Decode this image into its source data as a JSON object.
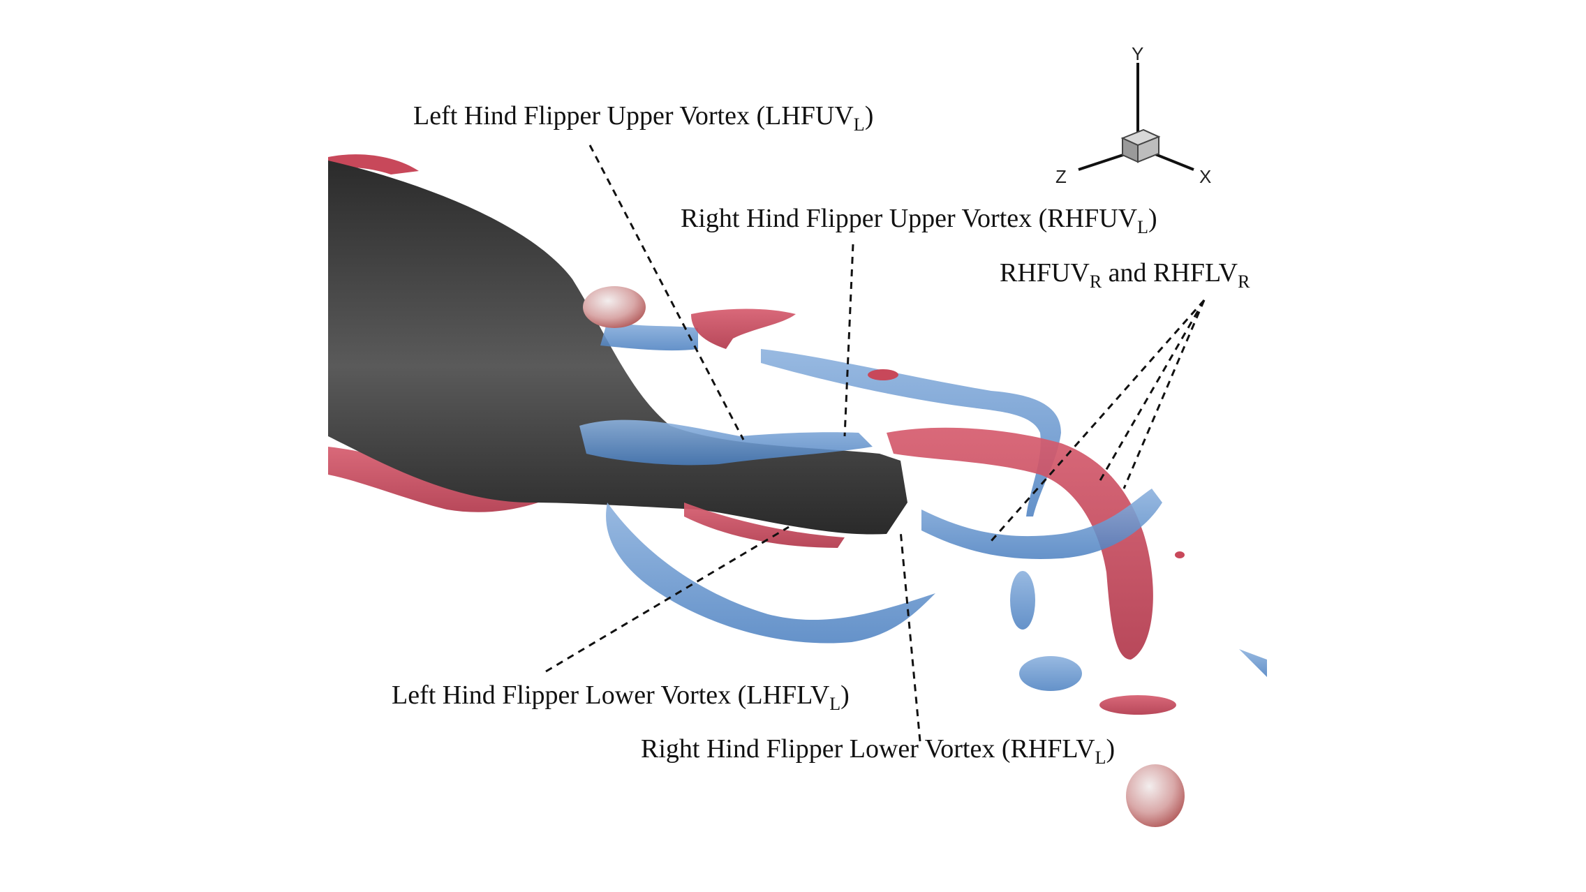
{
  "labels": {
    "lhfuv": {
      "main": "Left Hind Flipper Upper Vortex (LHFUV",
      "sub": "L",
      "close": ")"
    },
    "rhfuv": {
      "main": "Right Hind Flipper Upper Vortex (RHFUV",
      "sub": "L",
      "close": ")"
    },
    "rhfuv_r_a": "RHFUV",
    "rhfuv_r_a_sub": "R",
    "rhfuv_r_and": " and RHFLV",
    "rhfuv_r_b_sub": "R",
    "lhflv": {
      "main": "Left Hind Flipper Lower Vortex (LHFLV",
      "sub": "L",
      "close": ")"
    },
    "rhflv": {
      "main": "Right Hind Flipper Lower Vortex (RHFLV",
      "sub": "L",
      "close": ")"
    }
  },
  "axes_triad": {
    "y": "Y",
    "z": "Z",
    "x": "X"
  },
  "colors": {
    "body": "#3a3a3a",
    "positive_vortex": "#c8485a",
    "negative_vortex": "#5d8fcc"
  }
}
